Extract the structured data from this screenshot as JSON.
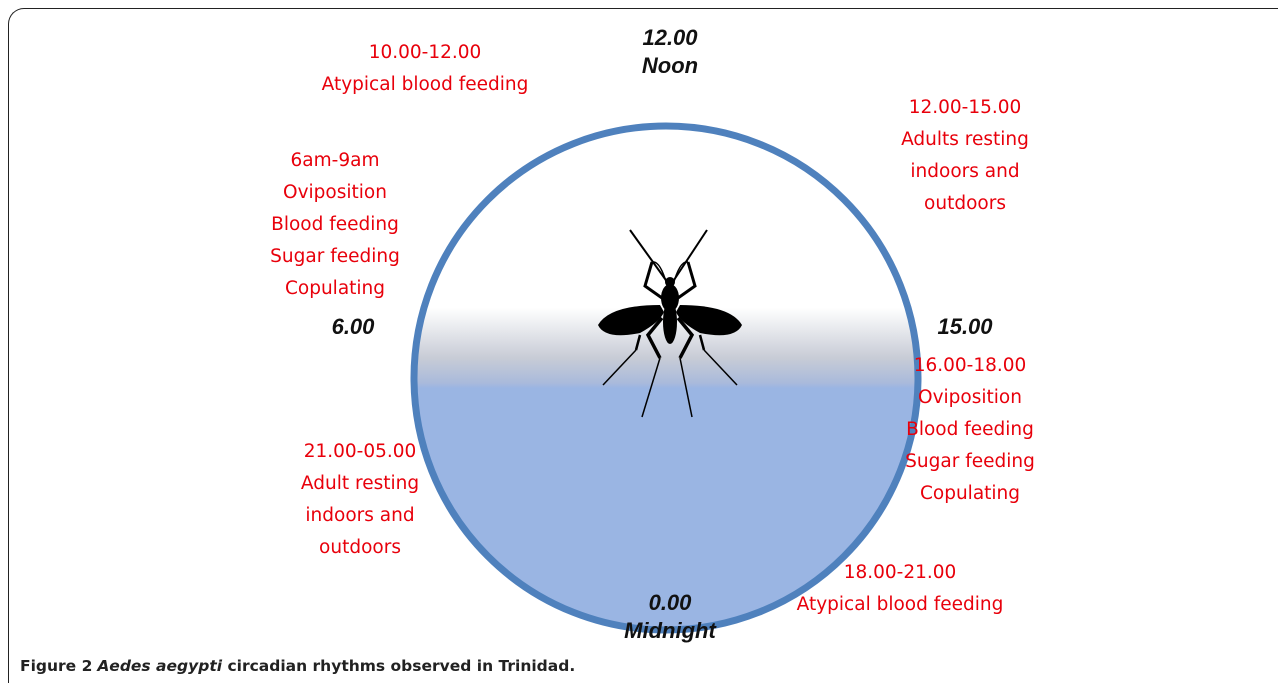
{
  "time_marks": {
    "noon_time": "12.00",
    "noon_label": "Noon",
    "afternoon_time": "15.00",
    "morning_time": "6.00",
    "midnight_time": "0.00",
    "midnight_label": "Midnight"
  },
  "annotations": {
    "late_morning": [
      "10.00-12.00",
      "Atypical blood feeding"
    ],
    "early_afternoon": [
      "12.00-15.00",
      "Adults  resting",
      "indoors and",
      "outdoors"
    ],
    "morning": [
      "6am-9am",
      "Oviposition",
      "Blood feeding",
      "Sugar feeding",
      "Copulating"
    ],
    "late_afternoon": [
      "16.00-18.00",
      "Oviposition",
      "Blood feeding",
      "Sugar feeding",
      "Copulating"
    ],
    "night": [
      "21.00-05.00",
      "Adult resting",
      "indoors and",
      "outdoors"
    ],
    "evening": [
      "18.00-21.00",
      "Atypical blood feeding"
    ]
  },
  "caption": {
    "figure_label": "Figure 2",
    "species": "Aedes aegypti",
    "text": " circadian rhythms observed in Trinidad."
  },
  "colors": {
    "annotation_text": "#e8000b",
    "ring": "#4f81bd",
    "night_fill": "#9ab5e3"
  }
}
